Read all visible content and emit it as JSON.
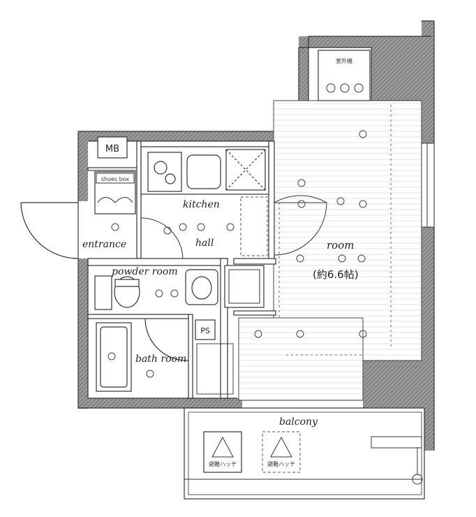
{
  "plan": {
    "rooms": {
      "kitchen": "kitchen",
      "hall": "hall",
      "entrance": "entrance",
      "powder_room": "powder room",
      "bath_room": "bath room",
      "room": "room",
      "room_size": "(約6.6帖)",
      "balcony": "balcony"
    },
    "fixtures": {
      "mb": "MB",
      "shoes_box": "shoes box",
      "ps": "PS",
      "hatch_left": "避難ハッチ",
      "hatch_right": "避難ハッチ",
      "ac_unit": "室外機"
    }
  }
}
